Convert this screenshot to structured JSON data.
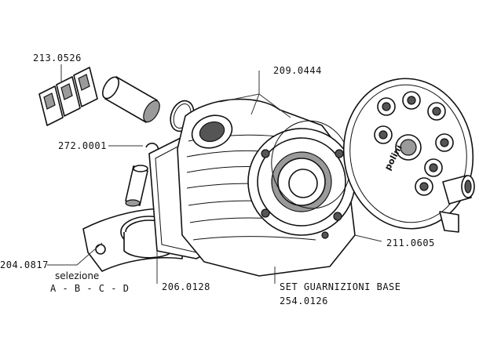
{
  "labels": {
    "reed_petals": "213.0526",
    "cylinder": "209.0444",
    "circlip": "272.0001",
    "liner": "204.0817",
    "selection_title": "selezione",
    "selection_values": "A - B - C - D",
    "base_gasket": "206.0128",
    "gasket_set_title": "SET GUARNIZIONI BASE",
    "gasket_set_code": "254.0126",
    "head": "211.0605",
    "brand": "polini"
  },
  "colors": {
    "line": "#111111",
    "shade": "#9a9a9a",
    "background": "#ffffff"
  }
}
